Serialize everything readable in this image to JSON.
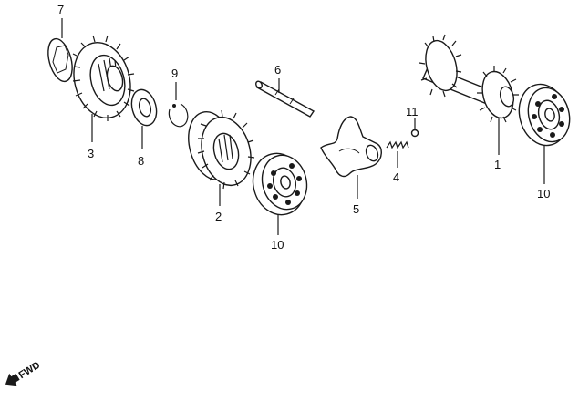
{
  "callouts": {
    "c1": "1",
    "c2": "2",
    "c3": "3",
    "c4": "4",
    "c5": "5",
    "c6": "6",
    "c7": "7",
    "c8": "8",
    "c9": "9",
    "c10a": "10",
    "c10b": "10",
    "c11": "11"
  },
  "fwd": "FWD",
  "colors": {
    "ink": "#1a1a1a",
    "paper": "#ffffff"
  }
}
